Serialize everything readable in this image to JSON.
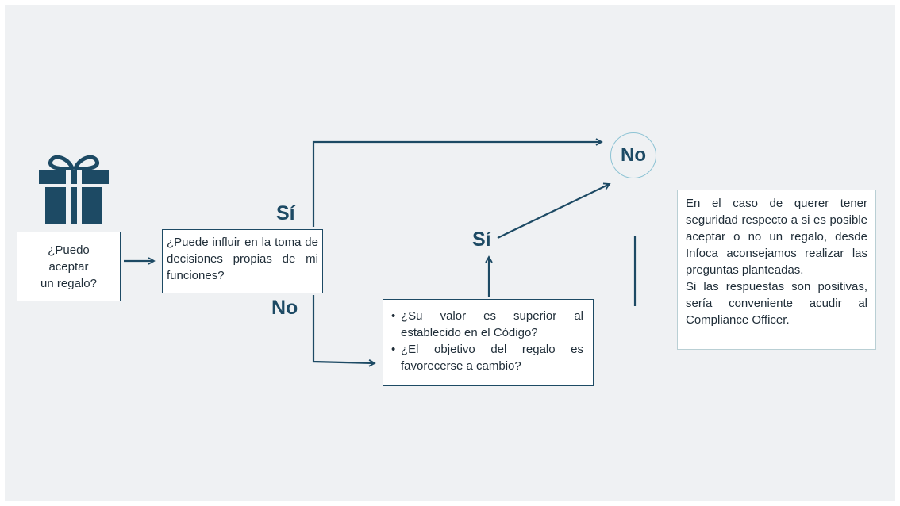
{
  "diagram": {
    "start": {
      "lines": [
        "¿Puedo",
        "aceptar",
        "un regalo?"
      ]
    },
    "question_influence": "¿Puede influir en la toma de decisiones propias de mi funciones?",
    "question_value": {
      "items": [
        "¿Su valor es superior al establecido en el Código?",
        "¿El objetivo del regalo es favorecerse a cambio?"
      ]
    },
    "labels": {
      "yes_top": "Sí",
      "no_bottom": "No",
      "yes_right": "Sí"
    },
    "outcome": "No",
    "note": {
      "paragraph1": "En el caso de querer tener seguridad respecto a si es posible aceptar o no un regalo, desde Infoca aconsejamos realizar las preguntas planteadas.",
      "paragraph2": "Si las respuestas son positivas, sería conveniente acudir al Compliance Officer."
    }
  },
  "icons": {
    "gift": "gift-icon"
  },
  "colors": {
    "primary": "#1d4a64",
    "background": "#eff1f3",
    "circle_border": "#8dc3d4",
    "note_border": "#b9cfd4",
    "text": "#1f2d38"
  }
}
